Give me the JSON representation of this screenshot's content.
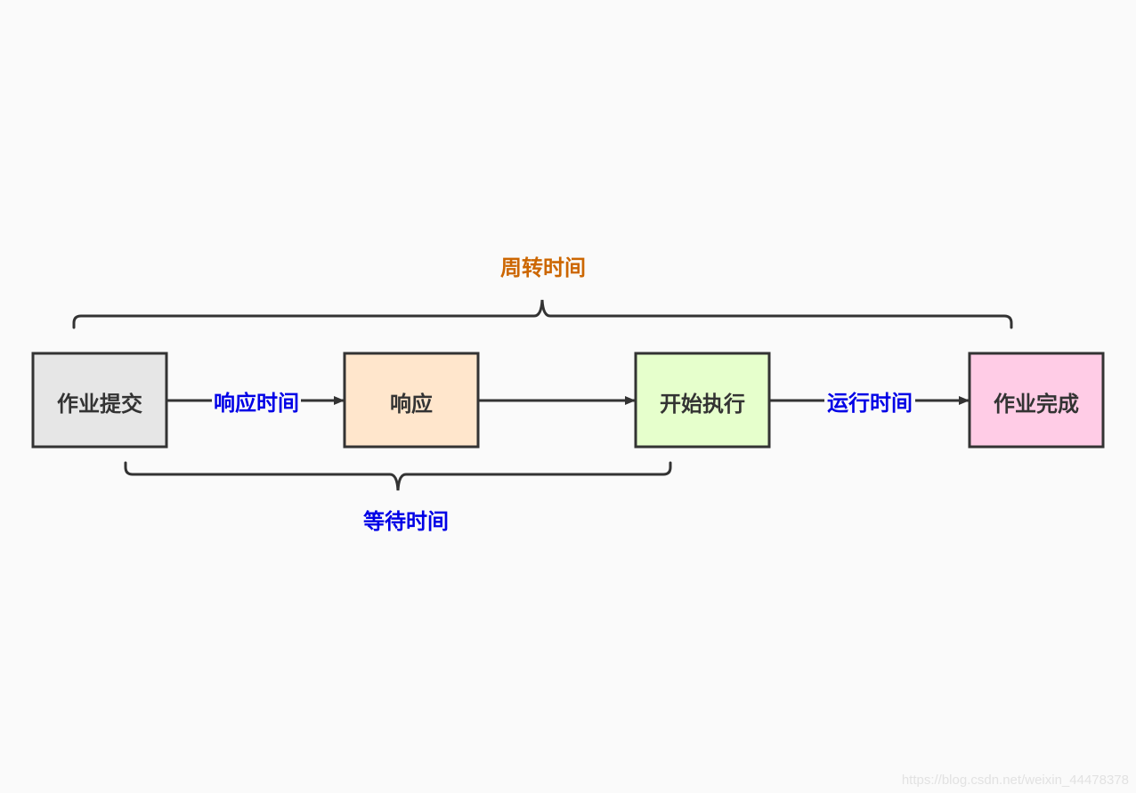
{
  "nodes": [
    {
      "id": "submit",
      "label": "作业提交",
      "fill": "#e6e6e6"
    },
    {
      "id": "response",
      "label": "响应",
      "fill": "#ffe6cc"
    },
    {
      "id": "start",
      "label": "开始执行",
      "fill": "#e6ffcc"
    },
    {
      "id": "complete",
      "label": "作业完成",
      "fill": "#ffcce6"
    }
  ],
  "edge_labels": {
    "response_time": "响应时间",
    "run_time": "运行时间"
  },
  "braces": {
    "turnaround": "周转时间",
    "waiting": "等待时间"
  },
  "colors": {
    "stroke": "#333333",
    "edge_label": "#0000e6",
    "turnaround_label": "#cc6600",
    "background": "#fafafa"
  },
  "watermark": "https://blog.csdn.net/weixin_44478378"
}
